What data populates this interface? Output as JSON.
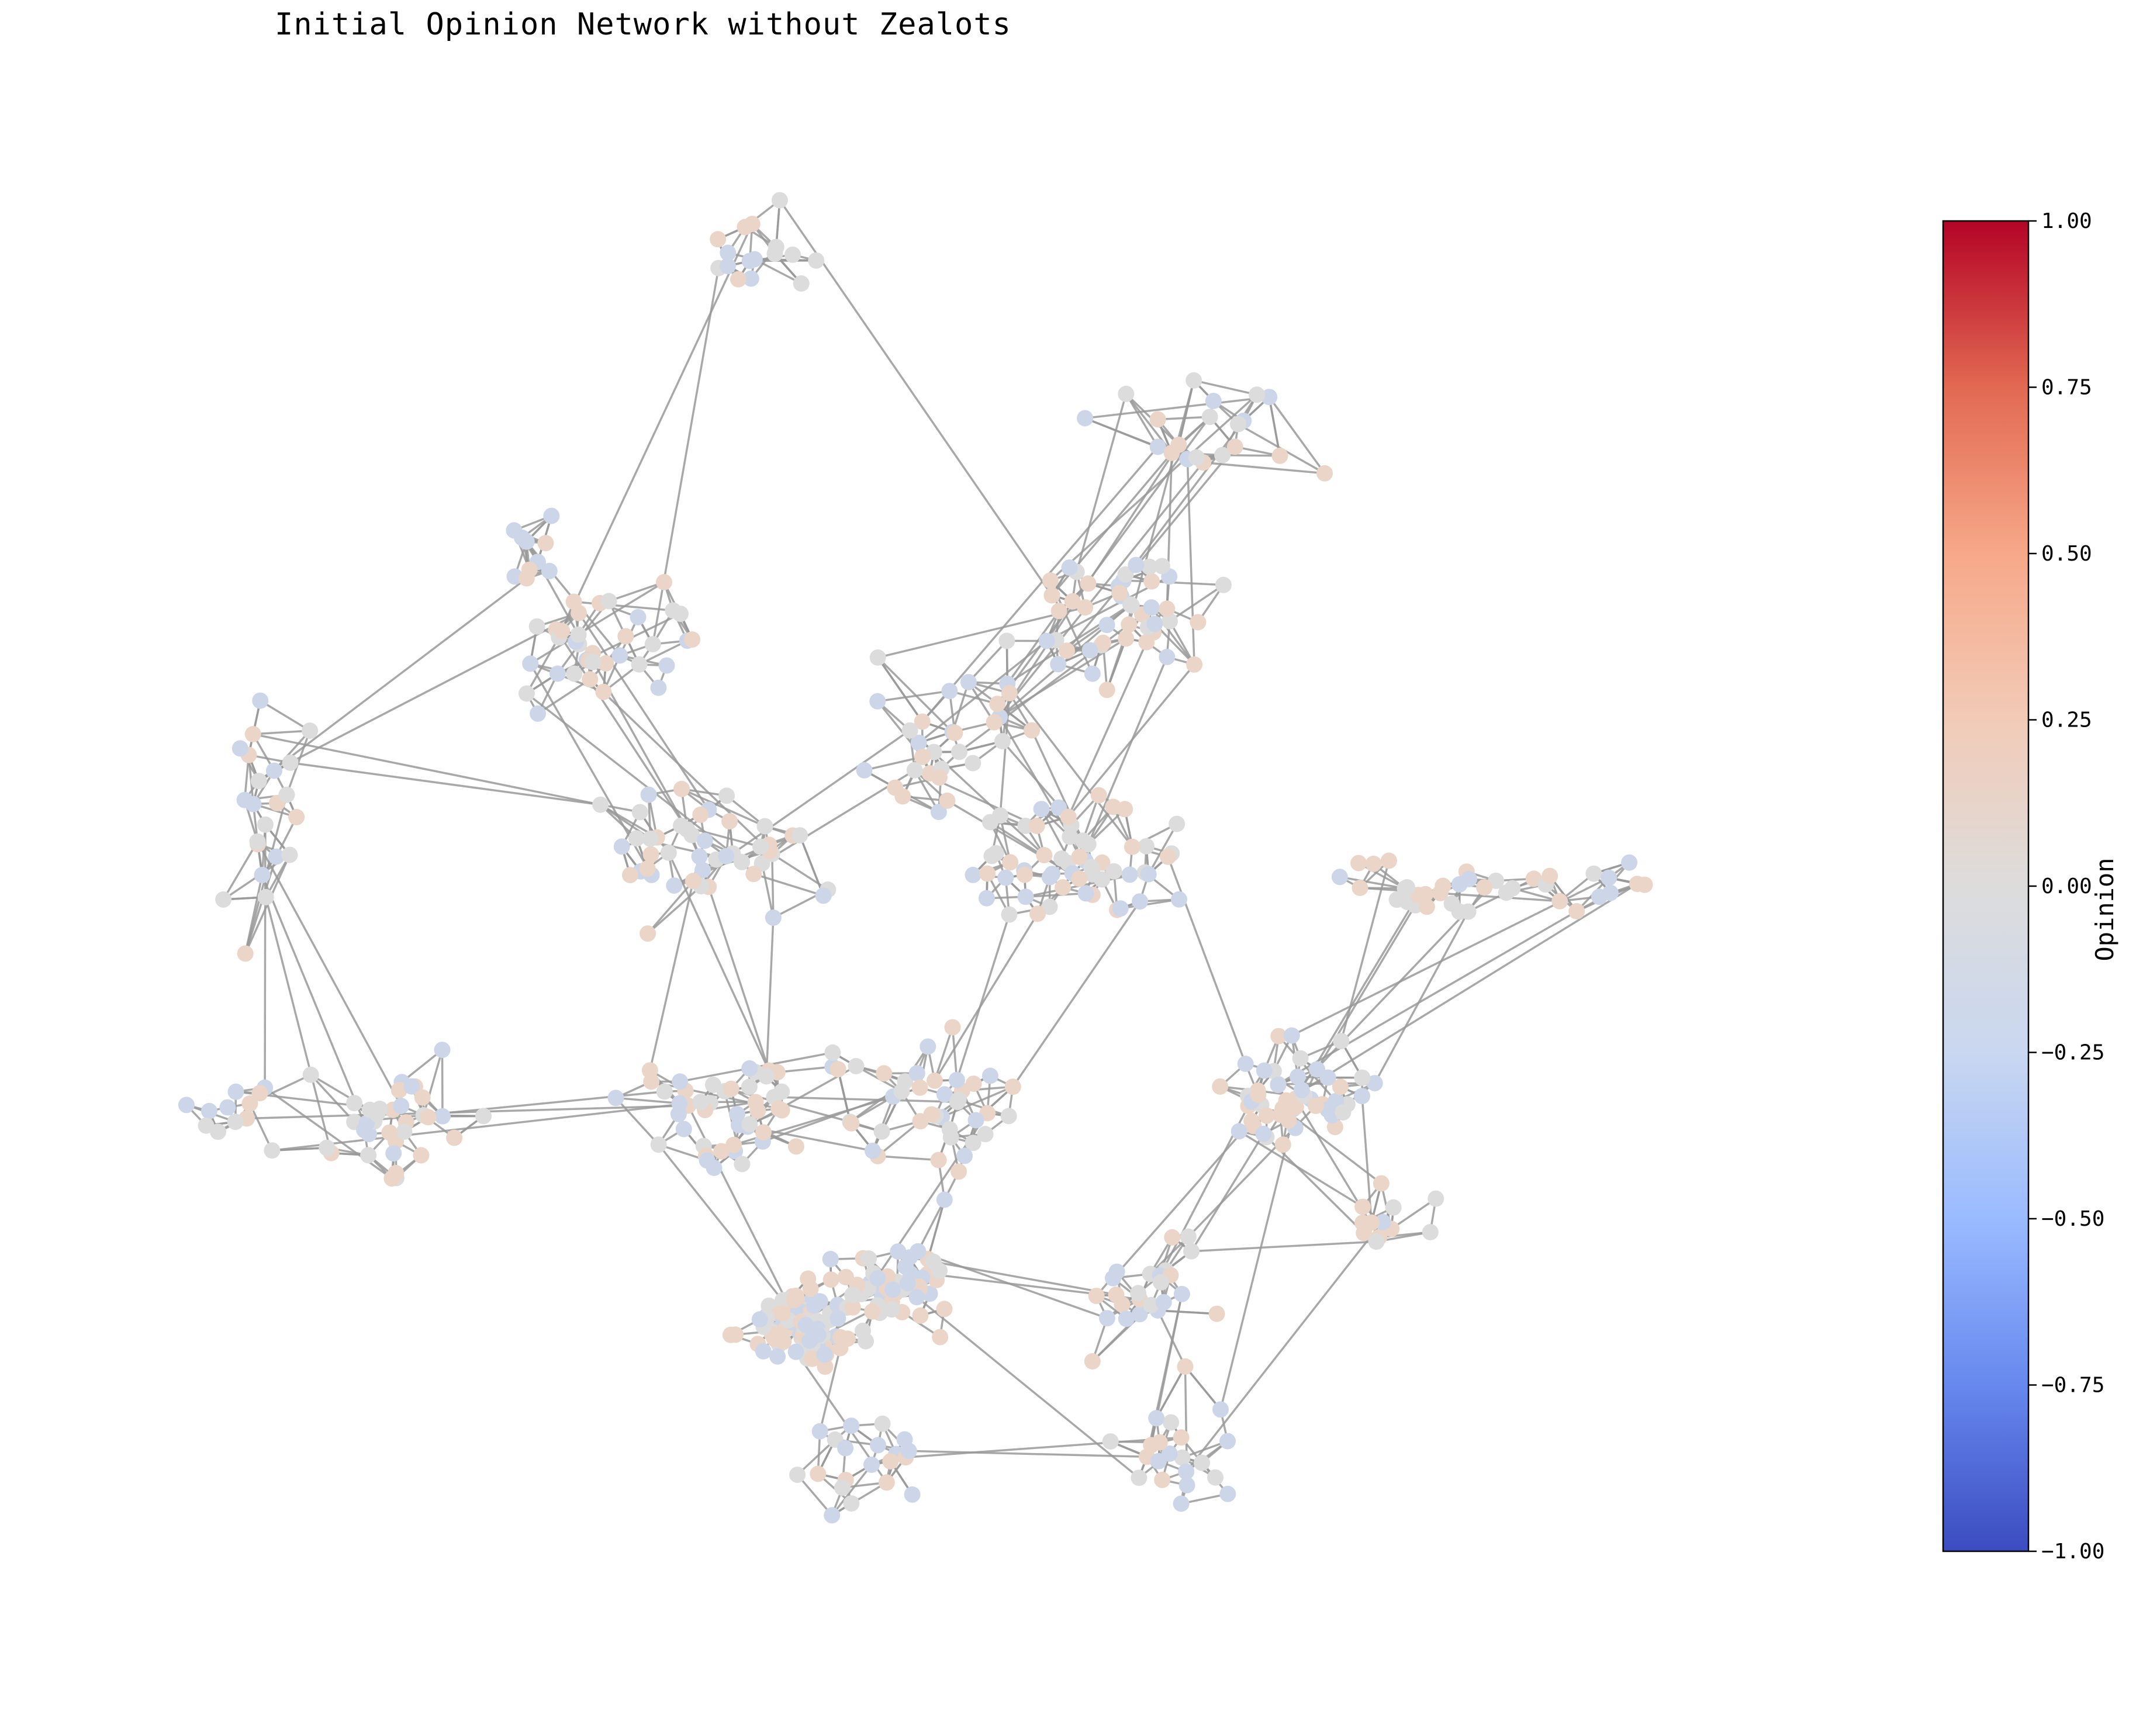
{
  "figure": {
    "title": "Initial Opinion Network without Zealots"
  },
  "chart_data": {
    "type": "network",
    "node_count_visible": "approx. 700",
    "edge_color": "#999999",
    "colormap": "coolwarm",
    "node_opinion_range_observed": [
      -0.15,
      0.15
    ],
    "colorbar": {
      "label": "Opinion",
      "vmin": -1.0,
      "vmax": 1.0,
      "ticks": [
        1.0,
        0.75,
        0.5,
        0.25,
        0.0,
        -0.25,
        -0.5,
        -0.75,
        -1.0
      ],
      "tick_labels": [
        "1.00",
        "0.75",
        "0.50",
        "0.25",
        "0.00",
        "−0.25",
        "−0.50",
        "−0.75",
        "−1.00"
      ],
      "color_stops": [
        "#3b4cc0",
        "#6788ee",
        "#9abbff",
        "#c9d7f0",
        "#dddcdc",
        "#f2cbb7",
        "#f7a889",
        "#e26952",
        "#b40426"
      ]
    },
    "palette": {
      "blue_tint": "#cdd6e8",
      "neutral": "#dcdcdc",
      "red_tint": "#ead5c8"
    }
  }
}
